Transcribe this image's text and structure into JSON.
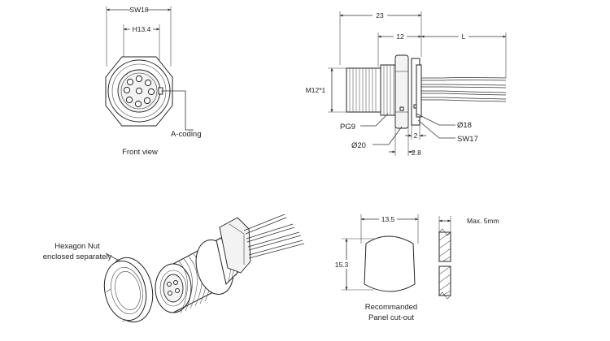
{
  "front_view": {
    "dim_sw": "SW18",
    "dim_h": "H13.4",
    "coding_label": "A-coding",
    "caption": "Front view"
  },
  "side_view": {
    "dim_overall": "23",
    "dim_body": "12",
    "dim_cable": "L",
    "thread_label": "M12*1",
    "pg_label": "PG9",
    "dia20_label": "Ø20",
    "dia18_label": "Ø18",
    "sw17_label": "SW17",
    "dim_2": "2",
    "dim_28": "2.8"
  },
  "iso_view": {
    "nut_label_line1": "Hexagon Nut",
    "nut_label_line2": "enclosed separately"
  },
  "cutout": {
    "dim_width": "13.5",
    "dim_height": "15.3",
    "caption_line1": "Recommanded",
    "caption_line2": "Panel cut-out"
  },
  "panel": {
    "max_label": "Max. 5mm"
  }
}
